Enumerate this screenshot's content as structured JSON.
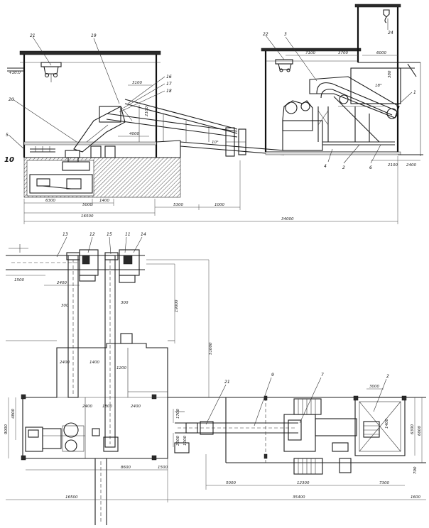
{
  "elevation": {
    "callouts": [
      {
        "id": "c21",
        "text": "21"
      },
      {
        "id": "c19",
        "text": "19"
      },
      {
        "id": "c22",
        "text": "22"
      },
      {
        "id": "c3",
        "text": "3"
      },
      {
        "id": "c24",
        "text": "24"
      },
      {
        "id": "c20",
        "text": "20"
      },
      {
        "id": "c5",
        "text": "5"
      },
      {
        "id": "c10",
        "text": "10"
      },
      {
        "id": "c16",
        "text": "16"
      },
      {
        "id": "c17",
        "text": "17"
      },
      {
        "id": "c18",
        "text": "18"
      },
      {
        "id": "c1",
        "text": "1"
      },
      {
        "id": "c4",
        "text": "4"
      },
      {
        "id": "c2",
        "text": "2"
      },
      {
        "id": "c6",
        "text": "6"
      }
    ],
    "dimensions": [
      {
        "id": "d6300",
        "text": "6300"
      },
      {
        "id": "d5000",
        "text": "5000"
      },
      {
        "id": "d1400",
        "text": "1400"
      },
      {
        "id": "d16500",
        "text": "16500"
      },
      {
        "id": "d5300",
        "text": "5300"
      },
      {
        "id": "d1000",
        "text": "1000"
      },
      {
        "id": "d34000",
        "text": "34000"
      },
      {
        "id": "d4000",
        "text": "4000"
      },
      {
        "id": "d3100",
        "text": "3100"
      },
      {
        "id": "d7100",
        "text": "7100"
      },
      {
        "id": "d3700",
        "text": "3700"
      },
      {
        "id": "d6000",
        "text": "6000"
      },
      {
        "id": "d2100a",
        "text": "2100"
      },
      {
        "id": "d2400",
        "text": "2400"
      },
      {
        "id": "d2100b",
        "text": "2100"
      },
      {
        "id": "d380",
        "text": "380"
      }
    ],
    "annotations": [
      {
        "id": "a18deg",
        "text": "18°"
      },
      {
        "id": "a10deg",
        "text": "10°"
      },
      {
        "id": "aPlus",
        "text": "+10.0"
      }
    ]
  },
  "plan": {
    "callouts": [
      {
        "id": "p13",
        "text": "13"
      },
      {
        "id": "p12",
        "text": "12"
      },
      {
        "id": "p15",
        "text": "15"
      },
      {
        "id": "p11",
        "text": "11"
      },
      {
        "id": "p14",
        "text": "14"
      },
      {
        "id": "p21",
        "text": "21"
      },
      {
        "id": "p9",
        "text": "9"
      },
      {
        "id": "p7",
        "text": "7"
      },
      {
        "id": "p2",
        "text": "2"
      }
    ],
    "dimensions": [
      {
        "id": "q1500",
        "text": "1500"
      },
      {
        "id": "q2400",
        "text": "2400"
      },
      {
        "id": "q300a",
        "text": "300"
      },
      {
        "id": "q300b",
        "text": "300"
      },
      {
        "id": "q19000",
        "text": "19000"
      },
      {
        "id": "q51000",
        "text": "51000"
      },
      {
        "id": "q2400b",
        "text": "2400"
      },
      {
        "id": "q1400",
        "text": "1400"
      },
      {
        "id": "q1200",
        "text": "1200"
      },
      {
        "id": "q2400c",
        "text": "2400"
      },
      {
        "id": "q1800",
        "text": "1800"
      },
      {
        "id": "q2400d",
        "text": "2400"
      },
      {
        "id": "q4800",
        "text": "4800"
      },
      {
        "id": "q9000",
        "text": "9000"
      },
      {
        "id": "q8600",
        "text": "8600"
      },
      {
        "id": "q1500b",
        "text": "1500"
      },
      {
        "id": "q16500",
        "text": "16500"
      },
      {
        "id": "q5000",
        "text": "5000"
      },
      {
        "id": "q12300",
        "text": "12300"
      },
      {
        "id": "q7300",
        "text": "7300"
      },
      {
        "id": "q35400",
        "text": "35400"
      },
      {
        "id": "q1600",
        "text": "1600"
      },
      {
        "id": "q3000",
        "text": "3000"
      },
      {
        "id": "q1400b",
        "text": "1400"
      },
      {
        "id": "q6300",
        "text": "6300"
      },
      {
        "id": "q6000",
        "text": "6000"
      },
      {
        "id": "q700",
        "text": "700"
      },
      {
        "id": "q1700",
        "text": "1700"
      },
      {
        "id": "q2200",
        "text": "2200"
      },
      {
        "id": "q1200b",
        "text": "1200"
      }
    ]
  }
}
